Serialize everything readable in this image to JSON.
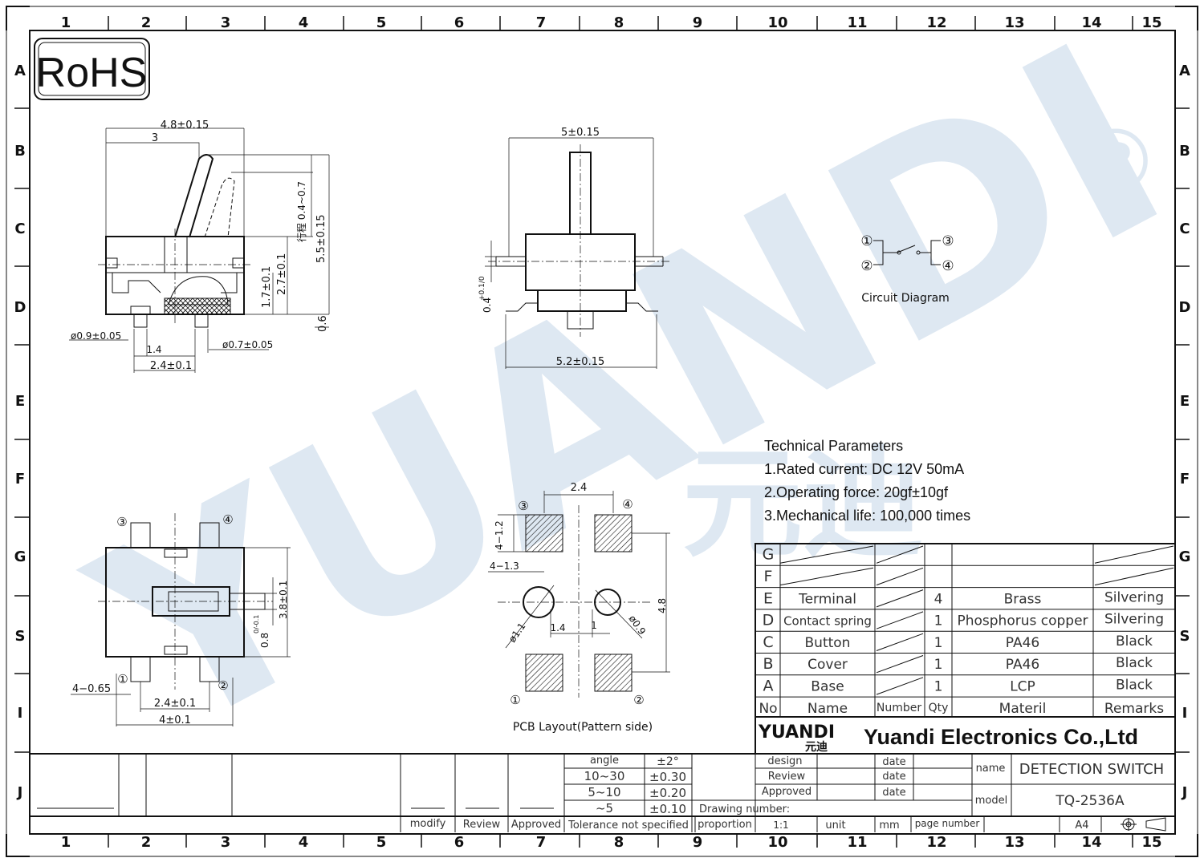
{
  "border": {
    "col_numbers": [
      "1",
      "2",
      "3",
      "4",
      "5",
      "6",
      "7",
      "8",
      "9",
      "10",
      "11",
      "12",
      "13",
      "14",
      "15"
    ],
    "row_letters_left": [
      "A",
      "B",
      "C",
      "D",
      "E",
      "F",
      "G",
      "S",
      "I",
      "J"
    ],
    "row_letters_right": [
      "A",
      "B",
      "C",
      "D",
      "E",
      "F",
      "G",
      "S",
      "I",
      "J"
    ]
  },
  "logo": {
    "rohs": "RoHS"
  },
  "watermark": {
    "text": "YUANDI",
    "cn": "元迪",
    "reg": "®"
  },
  "side_view": {
    "dims": {
      "w_total": "4.8±0.15",
      "w_3": "3",
      "stroke": "行程 0.4~0.7",
      "h_total": "5.5±0.15",
      "h_27": "2.7±0.1",
      "h_17": "1.7±0.1",
      "h_06": "0.6",
      "hole_09": "ø0.9±0.05",
      "hole_07": "ø0.7±0.05",
      "d_14": "1.4",
      "d_24": "2.4±0.1"
    }
  },
  "front_view": {
    "dims": {
      "w_5": "5±0.15",
      "w_52": "5.2±0.15",
      "h_04": "0.4",
      "h_04_tol": "+0.1/0"
    }
  },
  "circuit": {
    "label": "Circuit  Diagram",
    "pins": [
      "①",
      "②",
      "③",
      "④"
    ]
  },
  "bottom_view": {
    "dims": {
      "h_38": "3.8±0.1",
      "h_08": "0.8",
      "h_08_tol": "0/-0.1",
      "d_24": "2.4±0.1",
      "d_4": "4±0.1",
      "d_465": "4−0.65"
    },
    "pins": [
      "③",
      "④",
      "①",
      "②"
    ]
  },
  "pcb_layout": {
    "label": "PCB  Layout(Pattern  side)",
    "dims": {
      "w_24": "2.4",
      "p_12": "4−1.2",
      "p_13": "4−1.3",
      "d_48": "4.8",
      "d_14": "1.4",
      "d_1": "1",
      "hole_11": "ø1.1",
      "hole_09": "ø0.9"
    },
    "pins": [
      "③",
      "④",
      "①",
      "②"
    ]
  },
  "tech_params": {
    "title": "Technical Parameters",
    "items": [
      "1.Rated current: DC 12V 50mA",
      "2.Operating force: 20gf±10gf",
      "3.Mechanical life: 100,000 times"
    ]
  },
  "bom": {
    "rows": [
      {
        "no": "G",
        "name": "",
        "qty": "",
        "material": "",
        "remarks": ""
      },
      {
        "no": "F",
        "name": "",
        "qty": "",
        "material": "",
        "remarks": ""
      },
      {
        "no": "E",
        "name": "Terminal",
        "qty": "4",
        "material": "Brass",
        "remarks": "Silvering"
      },
      {
        "no": "D",
        "name": "Contact spring",
        "qty": "1",
        "material": "Phosphorus copper",
        "remarks": "Silvering"
      },
      {
        "no": "C",
        "name": "Button",
        "qty": "1",
        "material": "PA46",
        "remarks": "Black"
      },
      {
        "no": "B",
        "name": "Cover",
        "qty": "1",
        "material": "PA46",
        "remarks": "Black"
      },
      {
        "no": "A",
        "name": "Base",
        "qty": "1",
        "material": "LCP",
        "remarks": "Black"
      }
    ],
    "header": {
      "no": "No",
      "name": "Name",
      "number": "Number",
      "qty": "Qty",
      "material": "Materil",
      "remarks": "Remarks"
    }
  },
  "title_block": {
    "company_logo": "YUANDI",
    "company_logo_cn": "元迪",
    "company_name": "Yuandi Electronics Co.,Ltd",
    "design": "design",
    "review": "Review",
    "approved": "Approved",
    "date": "date",
    "name_label": "name",
    "name_value": "DETECTION SWITCH",
    "model_label": "model",
    "model_value": "TQ-2536A",
    "drawing_number": "Drawing number:",
    "proportion": "proportion",
    "scale": "1:1",
    "unit": "unit",
    "unit_value": "mm",
    "page_number": "page number",
    "paper": "A4"
  },
  "tolerance": {
    "rows": [
      {
        "range": "angle",
        "tol": "±2°"
      },
      {
        "range": "10~30",
        "tol": "±0.30"
      },
      {
        "range": "5~10",
        "tol": "±0.20"
      },
      {
        "range": "~5",
        "tol": "±0.10"
      }
    ],
    "label": "Tolerance not specified",
    "modify": "modify",
    "review": "Review",
    "approved": "Approved"
  }
}
